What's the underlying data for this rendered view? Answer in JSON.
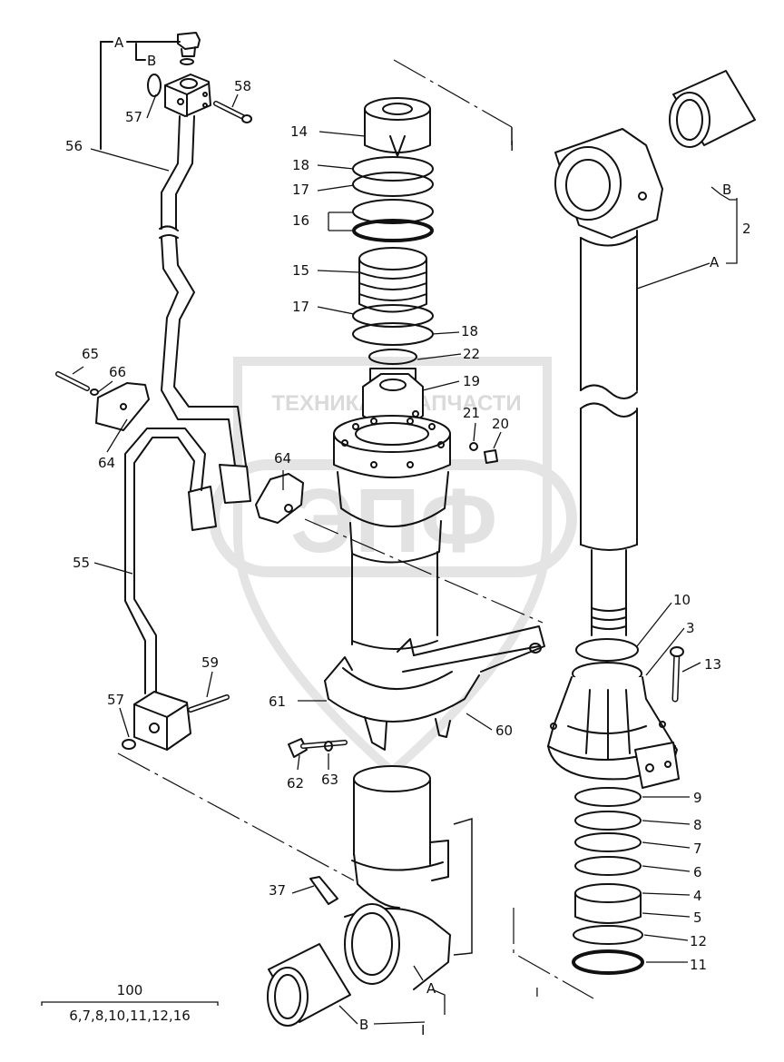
{
  "watermark": {
    "line1": "ТЕХНИКА И ЗАПЧАСТИ",
    "line2": "ЭПФ",
    "color": "#d4d4d4"
  },
  "callouts": {
    "A_top": "A",
    "B_top": "B",
    "n57_top": "57",
    "n58": "58",
    "n56": "56",
    "n65": "65",
    "n66": "66",
    "n64_left": "64",
    "n64_mid": "64",
    "n55": "55",
    "n59": "59",
    "n57_bot": "57",
    "n14": "14",
    "n18_top": "18",
    "n17_top": "17",
    "n16": "16",
    "n15": "15",
    "n17_mid": "17",
    "n18_mid": "18",
    "n22": "22",
    "n19": "19",
    "n21": "21",
    "n20": "20",
    "B_right": "B",
    "n2": "2",
    "A_right": "A",
    "n10": "10",
    "n3": "3",
    "n13": "13",
    "n9": "9",
    "n8": "8",
    "n7": "7",
    "n6": "6",
    "n4": "4",
    "n5": "5",
    "n12": "12",
    "n11": "11",
    "n61": "61",
    "n60": "60",
    "n62": "62",
    "n63": "63",
    "n37": "37",
    "A_bot": "A",
    "B_bot": "B",
    "n1_bot": "I",
    "n1_top": "I",
    "n1_mid": "I"
  },
  "kit": {
    "number": "100",
    "contents": "6,7,8,10,11,12,16"
  }
}
